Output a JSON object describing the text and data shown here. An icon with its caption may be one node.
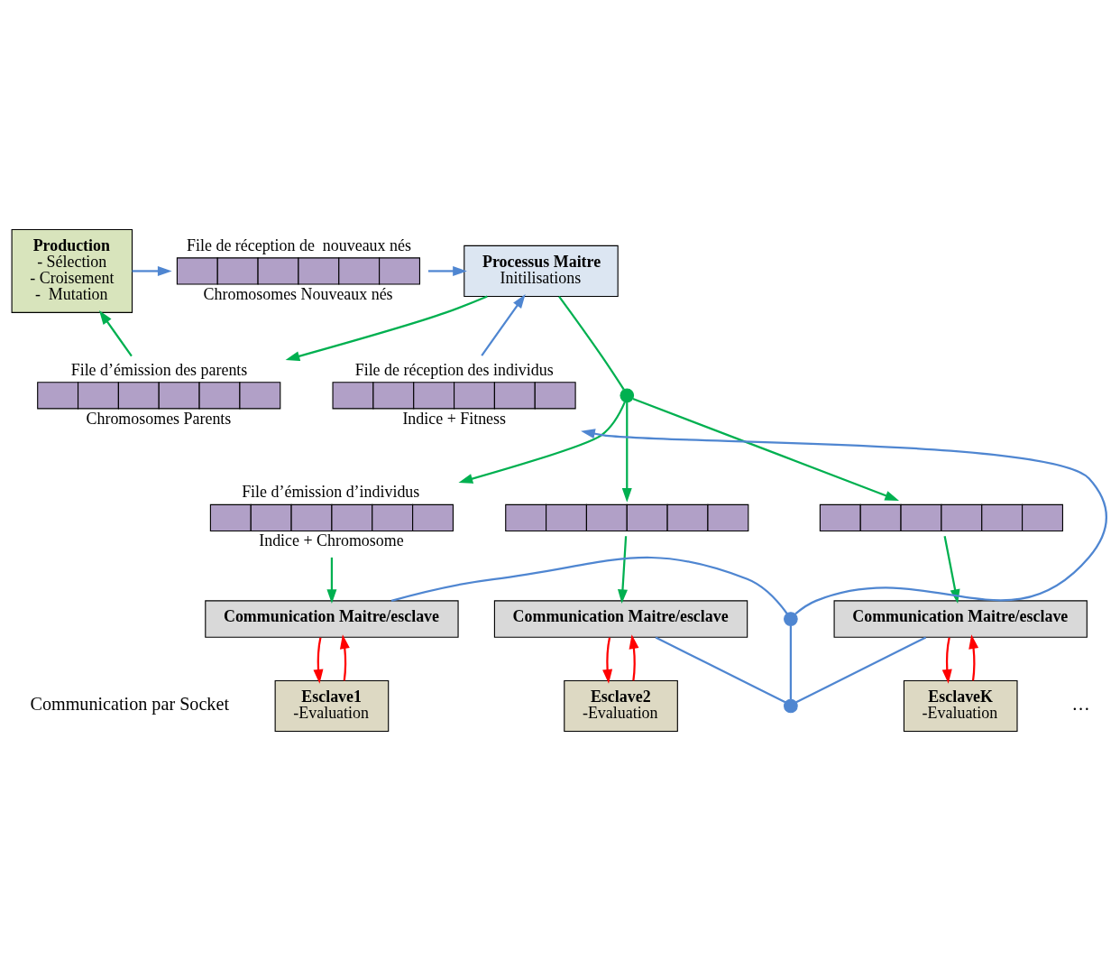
{
  "diagram": {
    "nodes": [
      {
        "text": [
          "Production",
          "- Sélection",
          "- Croisement",
          "-  Mutation"
        ]
      },
      {
        "text": [
          "File de réception de  nouveaux nés"
        ],
        "beside": [
          "Chromosomes Nouveaux nés"
        ]
      },
      {
        "text": [
          "Processus Maitre",
          "Initilisations"
        ]
      },
      {
        "text": [
          "File d’émission des parents"
        ],
        "beside": [
          "Chromosomes Parents"
        ]
      },
      {
        "text": [
          "File de réception des individus"
        ],
        "beside": [
          "Indice + Fitness"
        ]
      },
      {
        "text": [],
        "shape": "circle"
      },
      {
        "text": [
          "File d’émission d’individus"
        ],
        "beside": [
          "Indice + Chromosome"
        ]
      },
      {
        "text": [],
        "shape": "bar"
      },
      {
        "text": [],
        "shape": "bar"
      },
      {
        "text": [
          "Communication Maitre/esclave"
        ]
      },
      {
        "text": [
          "Communication Maitre/esclave"
        ]
      },
      {
        "text": [
          "Communication Maitre/esclave"
        ]
      },
      {
        "text": [],
        "shape": "circle"
      },
      {
        "text": [],
        "shape": "circle"
      },
      {
        "text": [
          "Esclave1",
          "-Evaluation"
        ]
      },
      {
        "text": [
          "Esclave2",
          "-Evaluation"
        ]
      },
      {
        "text": [
          "EsclaveK",
          "-Evaluation"
        ]
      }
    ],
    "edges": [
      {
        "from": 0,
        "to": 1,
        "arrow": "to",
        "color": "#4f86d1"
      },
      {
        "from": 1,
        "to": 2,
        "arrow": "to",
        "color": "#4f86d1"
      },
      {
        "from": 2,
        "to": 3,
        "arrow": "to"
      },
      {
        "from": 3,
        "to": 0,
        "arrow": "to"
      },
      {
        "from": 4,
        "to": 2,
        "arrow": "to",
        "color": "#4f86d1"
      },
      {
        "from": 2,
        "to": 5,
        "arrow": "none"
      },
      {
        "from": 5,
        "to": 6,
        "arrow": "to"
      },
      {
        "from": 5,
        "to": 7,
        "arrow": "to"
      },
      {
        "from": 5,
        "to": 8,
        "arrow": "to"
      },
      {
        "from": 6,
        "to": 9,
        "arrow": "to"
      },
      {
        "from": 7,
        "to": 10,
        "arrow": "to"
      },
      {
        "from": 8,
        "to": 11,
        "arrow": "to"
      },
      {
        "from": 9,
        "to": 12,
        "arrow": "none",
        "color": "#4f86d1"
      },
      {
        "from": 10,
        "to": 13,
        "arrow": "none",
        "color": "#4f86d1"
      },
      {
        "from": 11,
        "to": 13,
        "arrow": "none",
        "color": "#4f86d1"
      },
      {
        "from": 13,
        "to": 12,
        "arrow": "none",
        "color": "#4f86d1"
      },
      {
        "from": 12,
        "to": 4,
        "arrow": "to",
        "color": "#4f86d1"
      },
      {
        "from": 9,
        "to": 14,
        "arrow": "to",
        "color": "#ff0000"
      },
      {
        "from": 14,
        "to": 9,
        "arrow": "to",
        "color": "#ff0000"
      },
      {
        "from": 10,
        "to": 15,
        "arrow": "to",
        "color": "#ff0000"
      },
      {
        "from": 15,
        "to": 10,
        "arrow": "to",
        "color": "#ff0000"
      },
      {
        "from": 11,
        "to": 16,
        "arrow": "to",
        "color": "#ff0000"
      },
      {
        "from": 16,
        "to": 11,
        "arrow": "to",
        "color": "#ff0000"
      }
    ],
    "labels": [
      "Communication par Socket",
      "…"
    ]
  }
}
